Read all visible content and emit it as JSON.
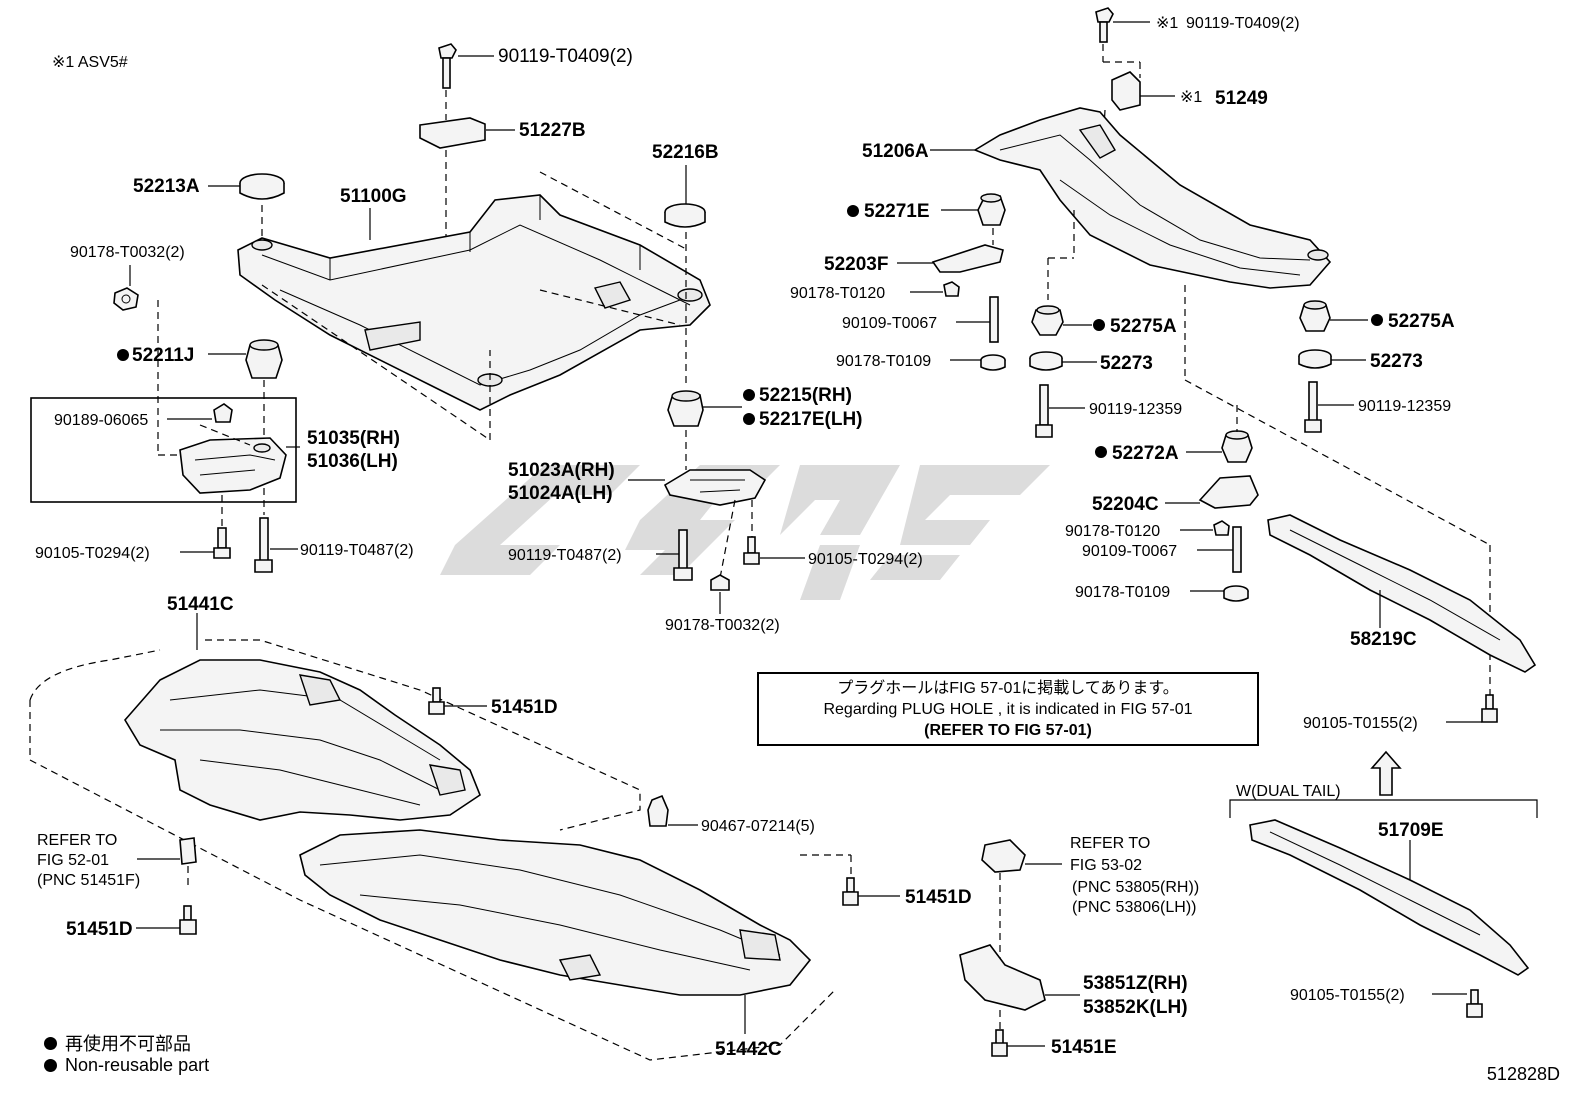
{
  "note_top_left": "※1 ASV5#",
  "figure_id": "512828D",
  "legend": {
    "items": [
      {
        "text": "再使用不可部品"
      },
      {
        "text": "Non-reusable part"
      }
    ]
  },
  "info_box": {
    "line1": "プラグホールはFIG 57-01に掲載してあります。",
    "line2": "Regarding PLUG HOLE , it is indicated in FIG 57-01",
    "line3": "(REFER TO FIG 57-01)"
  },
  "callouts": {
    "c90119_T0409_top": "90119-T0409(2)",
    "c51227B": "51227B",
    "c52216B": "52216B",
    "c52213A": "52213A",
    "c51100G": "51100G",
    "c90178_T0032_left": "90178-T0032(2)",
    "c52211J": "52211J",
    "c90189_06065": "90189-06065",
    "c51035": "51035(RH)",
    "c51036": "51036(LH)",
    "c90105_T0294_left": "90105-T0294(2)",
    "c90119_T0487_left": "90119-T0487(2)",
    "c52215": "52215(RH)",
    "c52217E": "52217E(LH)",
    "c51023A": "51023A(RH)",
    "c51024A": "51024A(LH)",
    "c90119_T0487_mid": "90119-T0487(2)",
    "c90105_T0294_mid": "90105-T0294(2)",
    "c90178_T0032_mid": "90178-T0032(2)",
    "c51441C": "51441C",
    "c51451D_top": "51451D",
    "c90467": "90467-07214(5)",
    "c51451D_right": "51451D",
    "c51451D_left": "51451D",
    "refer_fig52_1": "REFER TO",
    "refer_fig52_2": "FIG 52-01",
    "refer_fig52_3": "(PNC 51451F)",
    "c51442C": "51442C",
    "refer_fig53_1": "REFER TO",
    "refer_fig53_2": "FIG 53-02",
    "refer_fig53_3": "(PNC 53805(RH))",
    "refer_fig53_4": "(PNC 53806(LH))",
    "c53851Z": "53851Z(RH)",
    "c53852K": "53852K(LH)",
    "c51451E": "51451E",
    "c90119_T0409_right": "90119-T0409(2)",
    "c51249": "51249",
    "note_mark": "※1",
    "c51206A": "51206A",
    "c52271E": "52271E",
    "c52203F": "52203F",
    "c90178_T0120_a": "90178-T0120",
    "c90109_T0067_a": "90109-T0067",
    "c90178_T0109_a": "90178-T0109",
    "c52275A_mid": "52275A",
    "c52273_mid": "52273",
    "c90119_12359_mid": "90119-12359",
    "c52275A_right": "52275A",
    "c52273_right": "52273",
    "c90119_12359_right": "90119-12359",
    "c52272A": "52272A",
    "c52204C": "52204C",
    "c90178_T0120_b": "90178-T0120",
    "c90109_T0067_b": "90109-T0067",
    "c90178_T0109_b": "90178-T0109",
    "c58219C": "58219C",
    "c90105_T0155_top": "90105-T0155(2)",
    "w_dual_tail": "W(DUAL TAIL)",
    "c51709E": "51709E",
    "c90105_T0155_bottom": "90105-T0155(2)"
  }
}
